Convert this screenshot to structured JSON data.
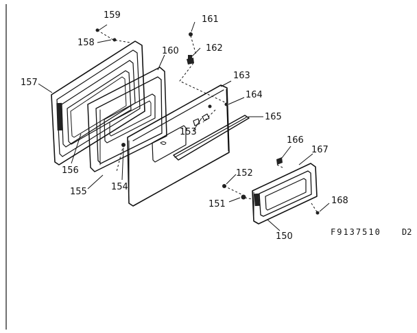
{
  "diagram": {
    "drawing_code": "F9137510",
    "sheet": "D2",
    "callouts": [
      {
        "id": "p157",
        "label": "157"
      },
      {
        "id": "p158",
        "label": "158"
      },
      {
        "id": "p159",
        "label": "159"
      },
      {
        "id": "p160",
        "label": "160"
      },
      {
        "id": "p161",
        "label": "161"
      },
      {
        "id": "p162",
        "label": "162"
      },
      {
        "id": "p163",
        "label": "163"
      },
      {
        "id": "p164",
        "label": "164"
      },
      {
        "id": "p165",
        "label": "165"
      },
      {
        "id": "p153",
        "label": "153"
      },
      {
        "id": "p156",
        "label": "156"
      },
      {
        "id": "p155",
        "label": "155"
      },
      {
        "id": "p154",
        "label": "154"
      },
      {
        "id": "p166",
        "label": "166"
      },
      {
        "id": "p167",
        "label": "167"
      },
      {
        "id": "p152",
        "label": "152"
      },
      {
        "id": "p151",
        "label": "151"
      },
      {
        "id": "p168",
        "label": "168"
      },
      {
        "id": "p150",
        "label": "150"
      }
    ]
  }
}
